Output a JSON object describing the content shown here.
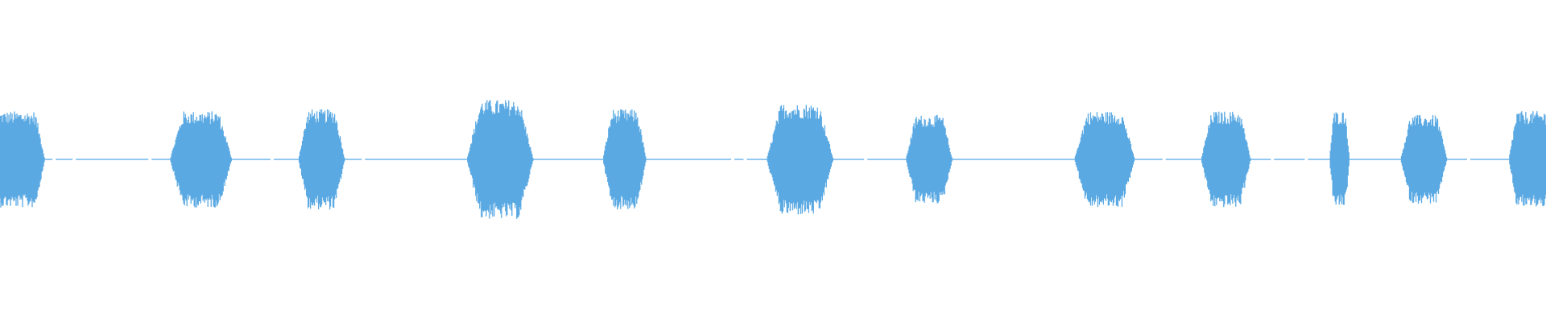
{
  "waveform": {
    "color": "#5aa9e3",
    "baseline_color": "#6fb6ea",
    "background": "#ffffff",
    "segments": [
      {
        "start": 0.0,
        "end": 0.029,
        "amplitude": 0.5
      },
      {
        "start": 0.11,
        "end": 0.15,
        "amplitude": 0.5
      },
      {
        "start": 0.193,
        "end": 0.223,
        "amplitude": 0.52
      },
      {
        "start": 0.302,
        "end": 0.345,
        "amplitude": 0.62
      },
      {
        "start": 0.39,
        "end": 0.418,
        "amplitude": 0.52
      },
      {
        "start": 0.496,
        "end": 0.539,
        "amplitude": 0.58
      },
      {
        "start": 0.586,
        "end": 0.616,
        "amplitude": 0.46
      },
      {
        "start": 0.695,
        "end": 0.734,
        "amplitude": 0.5
      },
      {
        "start": 0.777,
        "end": 0.809,
        "amplitude": 0.5
      },
      {
        "start": 0.86,
        "end": 0.873,
        "amplitude": 0.5
      },
      {
        "start": 0.906,
        "end": 0.936,
        "amplitude": 0.46
      },
      {
        "start": 0.976,
        "end": 1.0,
        "amplitude": 0.5
      }
    ],
    "baseline_gaps": [
      0.035,
      0.048,
      0.097,
      0.176,
      0.235,
      0.474,
      0.482,
      0.56,
      0.753,
      0.823,
      0.845,
      0.95
    ]
  }
}
